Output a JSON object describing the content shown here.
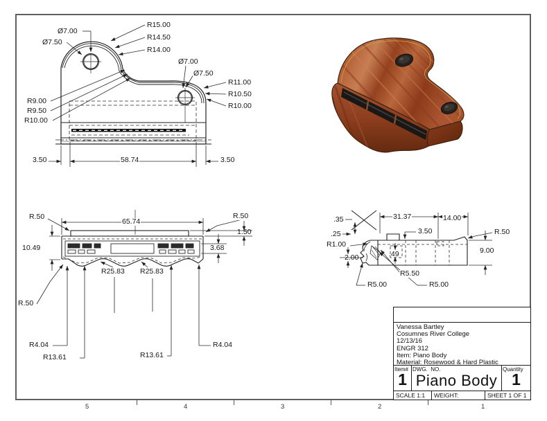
{
  "sheet": {
    "zone_labels": [
      "5",
      "4",
      "3",
      "2",
      "1"
    ]
  },
  "top_view": {
    "dims": {
      "phi7_left": "Ø7.00",
      "phi75_left": "Ø7.50",
      "r15": "R15.00",
      "r145": "R14.50",
      "r14": "R14.00",
      "phi7_right": "Ø7.00",
      "phi75_right": "Ø7.50",
      "r11": "R11.00",
      "r105": "R10.50",
      "r10_right": "R10.00",
      "r9": "R9.00",
      "r95": "R9.50",
      "r10_left": "R10.00",
      "off_left": "3.50",
      "width": "58.74",
      "off_right": "3.50"
    }
  },
  "front_view": {
    "dims": {
      "r50_tl": "R.50",
      "width": "65.74",
      "r50_tr": "R.50",
      "h150": "1.50",
      "h368": "3.68",
      "h1049": "10.49",
      "r2583_a": "R25.83",
      "r2583_b": "R25.83",
      "r50_bl": "R.50",
      "r404_l": "R4.04",
      "r1361_l": "R13.61",
      "r1361_r": "R13.61",
      "r404_r": "R4.04"
    }
  },
  "side_view": {
    "dims": {
      "d35": ".35",
      "d3137": "31.37",
      "d1400": "14.00",
      "d25": ".25",
      "d350": "3.50",
      "r50": "R.50",
      "r100": "R1.00",
      "d900": "9.00",
      "d200": "2.00",
      "d49": ".49",
      "r550": "R5.50",
      "r500_l": "R5.00",
      "r500_r": "R5.00"
    }
  },
  "iso_view": {
    "material_colors": {
      "wood_light": "#c27a50",
      "wood_mid": "#9c4a26",
      "wood_dark": "#6e2f15",
      "plug": "#2a2624",
      "pinstripe": "#caa24a"
    }
  },
  "title_block": {
    "info_lines": [
      "Vanessa Bartley",
      "Cosumnes River College",
      "12/13/16",
      "ENGR 312",
      "Item: Piano Body",
      "Material: Rosewood & Hard Plastic"
    ],
    "item_label": "Item#",
    "item_value": "1",
    "dwg_label": "DWG.  NO.",
    "dwg_value": "Piano Body",
    "qty_label": "Quantity",
    "qty_value": "1",
    "scale": "SCALE 1:1",
    "weight": "WEIGHT:",
    "sheet": "SHEET 1 OF 1"
  }
}
